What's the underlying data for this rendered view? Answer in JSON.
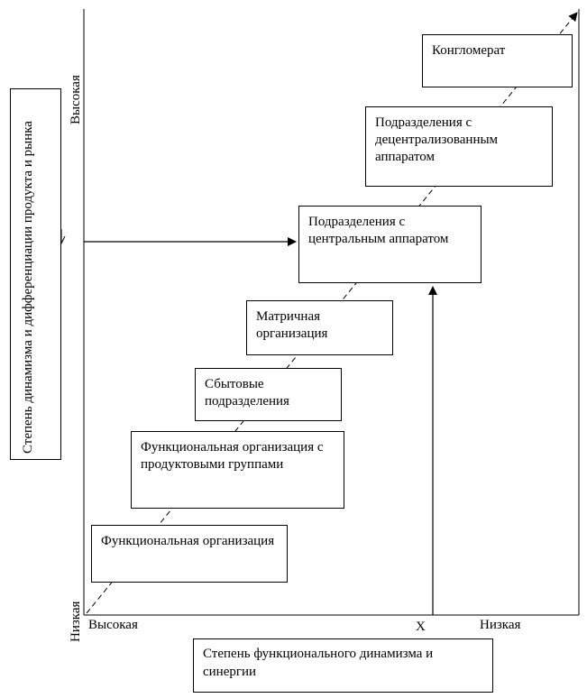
{
  "axes": {
    "y_high": "Высокая",
    "y_low": "Низкая",
    "x_high": "Высокая",
    "x_low": "Низкая",
    "x_marker": "X"
  },
  "vertical_axis_title": "Степень динамизма и дифференциации продукта и рынка",
  "horizontal_axis_title": "Степень функционального динамизма и синергии",
  "boxes": [
    {
      "text": "Функциональная организация"
    },
    {
      "text": "Функциональная организация с продуктовыми группами"
    },
    {
      "text": "Сбытовые подразделения"
    },
    {
      "text": "Матричная организация"
    },
    {
      "text": "Подразделения с центральным аппаратом"
    },
    {
      "text": "Подразделения с децентрализованным аппаратом"
    },
    {
      "text": "Конгломерат"
    }
  ]
}
